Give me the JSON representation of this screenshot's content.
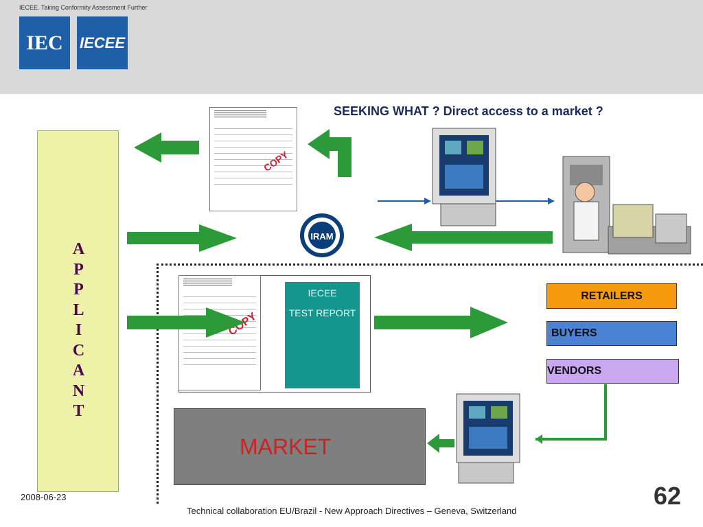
{
  "header": {
    "tagline": "IECEE. Taking Conformity Assessment Further",
    "logos": [
      "IEC",
      "IECEE"
    ]
  },
  "diagram": {
    "question": "SEEKING WHAT ? Direct access to a market ?",
    "applicant_letters": [
      "A",
      "P",
      "P",
      "L",
      "I",
      "C",
      "A",
      "N",
      "T"
    ],
    "certificate_stamp": "COPY",
    "test_report": {
      "line1": "IECEE",
      "line2": "TEST REPORT"
    },
    "market_channels": [
      "RETAILERS",
      "BUYERS",
      "VENDORS"
    ],
    "market_label": "MARKET",
    "certifier_logo_text": "IRAM"
  },
  "footer": {
    "date": "2008-06-23",
    "caption": "Technical collaboration EU/Brazil - New Approach Directives – Geneva, Switzerland",
    "page": "62"
  },
  "colors": {
    "header_bg": "#d9d9d9",
    "logo_blue": "#1f5fa8",
    "applicant_bg": "#eef2a8",
    "arrow_green": "#2d9a3a",
    "arrow_blue": "#1f5fa8",
    "retailers": "#f59b0d",
    "buyers": "#4a82d6",
    "vendors": "#c9a8f0",
    "test_report": "#14968f",
    "market_bg": "#7f7f7f",
    "market_text": "#cc2222"
  },
  "icons": [
    "computer-terminal-icon",
    "operator-at-console-icon",
    "certificate-document-icon",
    "iram-seal-icon"
  ]
}
